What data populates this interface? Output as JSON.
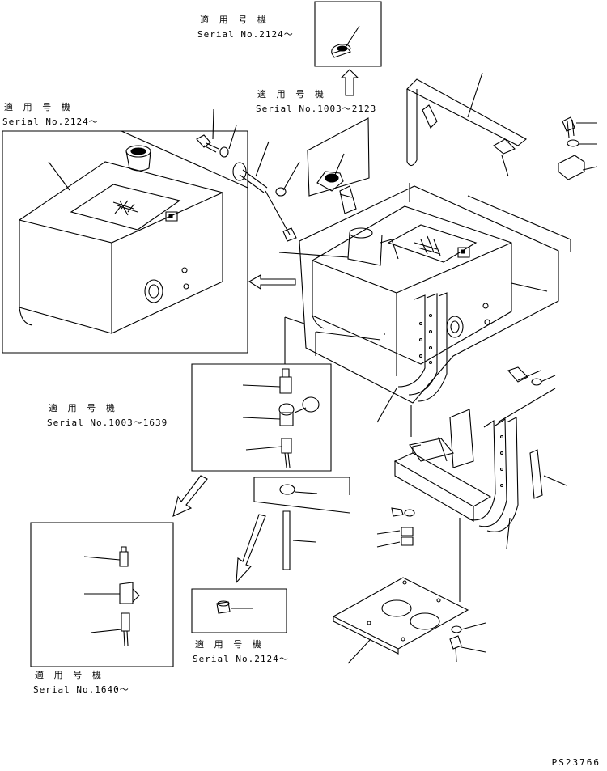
{
  "labels": {
    "top_sn2124": {
      "jp": "適 用 号 機",
      "serial": "Serial No.2124～"
    },
    "cap_sn1003_2123": {
      "jp": "適 用 号 機",
      "serial": "Serial No.1003～2123"
    },
    "left_sn2124": {
      "jp": "適 用 号 機",
      "serial": "Serial No.2124～"
    },
    "mid_sn1003_1639": {
      "jp": "適 用 号 機",
      "serial": "Serial No.1003～1639"
    },
    "bottom_sn2124": {
      "jp": "適 用 号 機",
      "serial": "Serial No.2124～"
    },
    "bottomleft_sn1640": {
      "jp": "適 用 号 機",
      "serial": "Serial No.1640～"
    }
  },
  "drawing_code": "PS23766",
  "icons": [
    "arrow-up-icon",
    "arrow-left-icon",
    "arrow-down-left-icon"
  ]
}
